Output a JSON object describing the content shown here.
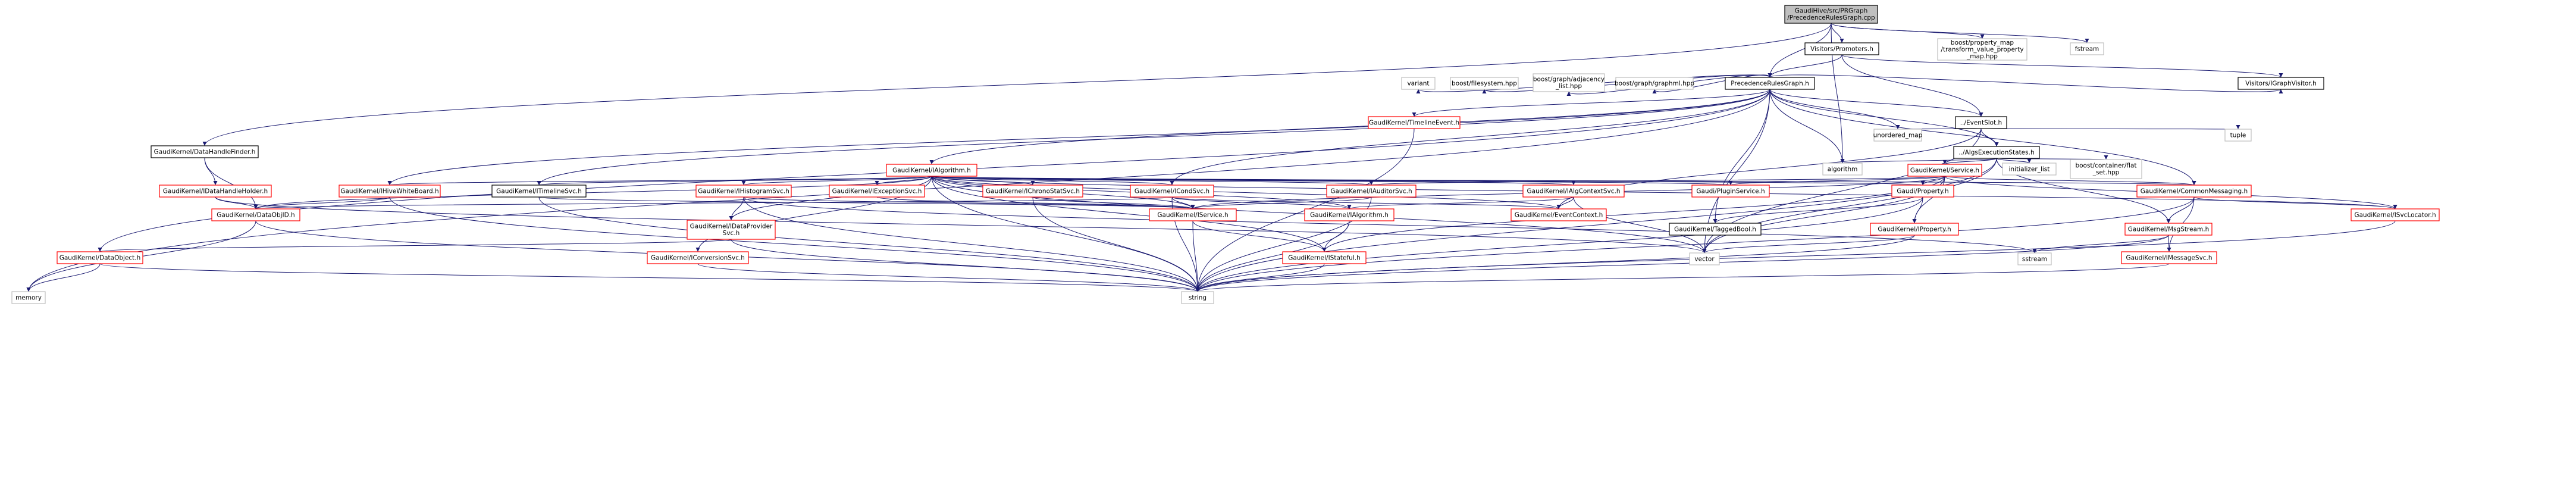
{
  "colors": {
    "edge": "#191970",
    "border_default": "#000000",
    "border_red": "#ff0000",
    "border_gray": "#bfbfbf",
    "root_fill": "#bfbfbf",
    "fill": "#ffffff"
  },
  "nodes": [
    {
      "id": "root",
      "lines": [
        "GaudiHive/src/PRGraph",
        "/PrecedenceRulesGraph.cpp"
      ],
      "style": "root"
    },
    {
      "id": "visitors_promoters",
      "lines": [
        "Visitors/Promoters.h"
      ],
      "style": "default"
    },
    {
      "id": "boost_property_map",
      "lines": [
        "boost/property_map",
        "/transform_value_property",
        "_map.hpp"
      ],
      "style": "gray"
    },
    {
      "id": "fstream",
      "lines": [
        "fstream"
      ],
      "style": "gray"
    },
    {
      "id": "prg_h",
      "lines": [
        "PrecedenceRulesGraph.h"
      ],
      "style": "default"
    },
    {
      "id": "ievent_slot",
      "lines": [
        "../EventSlot.h"
      ],
      "style": "default"
    },
    {
      "id": "visitors_igraph",
      "lines": [
        "Visitors/IGraphVisitor.h"
      ],
      "style": "default"
    },
    {
      "id": "variant",
      "lines": [
        "variant"
      ],
      "style": "gray"
    },
    {
      "id": "boost_filesystem",
      "lines": [
        "boost/filesystem.hpp"
      ],
      "style": "gray"
    },
    {
      "id": "boost_adjlist",
      "lines": [
        "boost/graph/adjacency",
        "_list.hpp"
      ],
      "style": "gray"
    },
    {
      "id": "boost_graphml",
      "lines": [
        "boost/graph/graphml.hpp"
      ],
      "style": "gray"
    },
    {
      "id": "unordered_map",
      "lines": [
        "unordered_map"
      ],
      "style": "gray"
    },
    {
      "id": "tuple",
      "lines": [
        "tuple"
      ],
      "style": "gray"
    },
    {
      "id": "timeline_event",
      "lines": [
        "GaudiKernel/TimelineEvent.h"
      ],
      "style": "red"
    },
    {
      "id": "algs_exec_states",
      "lines": [
        "../AlgsExecutionStates.h"
      ],
      "style": "default"
    },
    {
      "id": "data_handle_finder",
      "lines": [
        "GaudiKernel/DataHandleFinder.h"
      ],
      "style": "default"
    },
    {
      "id": "algorithm",
      "lines": [
        "algorithm"
      ],
      "style": "gray"
    },
    {
      "id": "initializer_list",
      "lines": [
        "initializer_list"
      ],
      "style": "gray"
    },
    {
      "id": "boost_flat_set",
      "lines": [
        "boost/container/flat",
        "_set.hpp"
      ],
      "style": "gray"
    },
    {
      "id": "gaudi_ialgorithm",
      "lines": [
        "GaudiKernel/IAlgorithm.h"
      ],
      "style": "red"
    },
    {
      "id": "gaudi_service",
      "lines": [
        "GaudiKernel/Service.h"
      ],
      "style": "red"
    },
    {
      "id": "idata_handle_holder",
      "lines": [
        "GaudiKernel/IDataHandleHolder.h"
      ],
      "style": "red"
    },
    {
      "id": "ihive_wb",
      "lines": [
        "GaudiKernel/IHiveWhiteBoard.h"
      ],
      "style": "red"
    },
    {
      "id": "itimeline_svc",
      "lines": [
        "GaudiKernel/ITimelineSvc.h"
      ],
      "style": "default"
    },
    {
      "id": "ihistogram_svc",
      "lines": [
        "GaudiKernel/IHistogramSvc.h"
      ],
      "style": "red"
    },
    {
      "id": "iexception_svc",
      "lines": [
        "GaudiKernel/IExceptionSvc.h"
      ],
      "style": "red"
    },
    {
      "id": "ichrono_stat_svc",
      "lines": [
        "GaudiKernel/IChronoStatSvc.h"
      ],
      "style": "red"
    },
    {
      "id": "icond_svc",
      "lines": [
        "GaudiKernel/ICondSvc.h"
      ],
      "style": "red"
    },
    {
      "id": "iauditor_svc",
      "lines": [
        "GaudiKernel/IAuditorSvc.h"
      ],
      "style": "red"
    },
    {
      "id": "ialg_context_svc",
      "lines": [
        "GaudiKernel/IAlgContextSvc.h"
      ],
      "style": "red"
    },
    {
      "id": "plugin_service",
      "lines": [
        "Gaudi/PluginService.h"
      ],
      "style": "red"
    },
    {
      "id": "gaudi_property",
      "lines": [
        "Gaudi/Property.h"
      ],
      "style": "red"
    },
    {
      "id": "common_messaging",
      "lines": [
        "GaudiKernel/CommonMessaging.h"
      ],
      "style": "red"
    },
    {
      "id": "isvc_locator",
      "lines": [
        "GaudiKernel/ISvcLocator.h"
      ],
      "style": "red"
    },
    {
      "id": "data_obj_id",
      "lines": [
        "GaudiKernel/DataObjID.h"
      ],
      "style": "red"
    },
    {
      "id": "idata_provider_svc",
      "lines": [
        "GaudiKernel/IDataProvider",
        "Svc.h"
      ],
      "style": "red"
    },
    {
      "id": "iservice",
      "lines": [
        "GaudiKernel/IService.h"
      ],
      "style": "red"
    },
    {
      "id": "ialgorithm_kernel",
      "lines": [
        "GaudiKernel/IAlgorithm.h"
      ],
      "style": "red"
    },
    {
      "id": "event_context",
      "lines": [
        "GaudiKernel/EventContext.h"
      ],
      "style": "red"
    },
    {
      "id": "tagged_bool",
      "lines": [
        "GaudiKernel/TaggedBool.h"
      ],
      "style": "default"
    },
    {
      "id": "iproperty",
      "lines": [
        "GaudiKernel/IProperty.h"
      ],
      "style": "red"
    },
    {
      "id": "msg_stream",
      "lines": [
        "GaudiKernel/MsgStream.h"
      ],
      "style": "red"
    },
    {
      "id": "data_object",
      "lines": [
        "GaudiKernel/DataObject.h"
      ],
      "style": "red"
    },
    {
      "id": "iconversion_svc",
      "lines": [
        "GaudiKernel/IConversionSvc.h"
      ],
      "style": "red"
    },
    {
      "id": "istateful",
      "lines": [
        "GaudiKernel/IStateful.h"
      ],
      "style": "red"
    },
    {
      "id": "vector",
      "lines": [
        "vector"
      ],
      "style": "gray"
    },
    {
      "id": "sstream",
      "lines": [
        "sstream"
      ],
      "style": "gray"
    },
    {
      "id": "imessage_svc",
      "lines": [
        "GaudiKernel/IMessageSvc.h"
      ],
      "style": "red"
    },
    {
      "id": "memory",
      "lines": [
        "memory"
      ],
      "style": "gray"
    },
    {
      "id": "string",
      "lines": [
        "string"
      ],
      "style": "gray"
    }
  ],
  "edges": [
    [
      "root",
      "visitors_promoters"
    ],
    [
      "root",
      "boost_property_map"
    ],
    [
      "root",
      "fstream"
    ],
    [
      "root",
      "prg_h"
    ],
    [
      "root",
      "data_handle_finder"
    ],
    [
      "root",
      "algorithm"
    ],
    [
      "visitors_promoters",
      "prg_h"
    ],
    [
      "visitors_promoters",
      "ievent_slot"
    ],
    [
      "visitors_promoters",
      "visitors_igraph"
    ],
    [
      "prg_h",
      "visitors_igraph"
    ],
    [
      "prg_h",
      "variant"
    ],
    [
      "prg_h",
      "boost_filesystem"
    ],
    [
      "prg_h",
      "boost_adjlist"
    ],
    [
      "prg_h",
      "boost_graphml"
    ],
    [
      "prg_h",
      "unordered_map"
    ],
    [
      "prg_h",
      "ievent_slot"
    ],
    [
      "prg_h",
      "algs_exec_states"
    ],
    [
      "prg_h",
      "timeline_event"
    ],
    [
      "prg_h",
      "gaudi_ialgorithm"
    ],
    [
      "prg_h",
      "algorithm"
    ],
    [
      "prg_h",
      "vector"
    ],
    [
      "prg_h",
      "memory"
    ],
    [
      "prg_h",
      "data_object"
    ],
    [
      "prg_h",
      "ihive_wb"
    ],
    [
      "prg_h",
      "itimeline_svc"
    ],
    [
      "prg_h",
      "icond_svc"
    ],
    [
      "prg_h",
      "common_messaging"
    ],
    [
      "prg_h",
      "tagged_bool"
    ],
    [
      "ievent_slot",
      "unordered_map"
    ],
    [
      "ievent_slot",
      "tuple"
    ],
    [
      "ievent_slot",
      "algs_exec_states"
    ],
    [
      "ievent_slot",
      "vector"
    ],
    [
      "ievent_slot",
      "event_context"
    ],
    [
      "algs_exec_states",
      "algorithm"
    ],
    [
      "algs_exec_states",
      "initializer_list"
    ],
    [
      "algs_exec_states",
      "boost_flat_set"
    ],
    [
      "algs_exec_states",
      "gaudi_service"
    ],
    [
      "algs_exec_states",
      "msg_stream"
    ],
    [
      "algs_exec_states",
      "string"
    ],
    [
      "algs_exec_states",
      "vector"
    ],
    [
      "timeline_event",
      "string"
    ],
    [
      "data_handle_finder",
      "idata_handle_holder"
    ],
    [
      "data_handle_finder",
      "data_obj_id"
    ],
    [
      "idata_handle_holder",
      "data_obj_id"
    ],
    [
      "idata_handle_holder",
      "vector"
    ],
    [
      "gaudi_ialgorithm",
      "ihive_wb"
    ],
    [
      "gaudi_ialgorithm",
      "itimeline_svc"
    ],
    [
      "gaudi_ialgorithm",
      "ihistogram_svc"
    ],
    [
      "gaudi_ialgorithm",
      "iexception_svc"
    ],
    [
      "gaudi_ialgorithm",
      "ichrono_stat_svc"
    ],
    [
      "gaudi_ialgorithm",
      "icond_svc"
    ],
    [
      "gaudi_ialgorithm",
      "iauditor_svc"
    ],
    [
      "gaudi_ialgorithm",
      "ialg_context_svc"
    ],
    [
      "gaudi_ialgorithm",
      "plugin_service"
    ],
    [
      "gaudi_ialgorithm",
      "gaudi_property"
    ],
    [
      "gaudi_ialgorithm",
      "common_messaging"
    ],
    [
      "gaudi_ialgorithm",
      "isvc_locator"
    ],
    [
      "gaudi_ialgorithm",
      "data_obj_id"
    ],
    [
      "gaudi_ialgorithm",
      "idata_provider_svc"
    ],
    [
      "gaudi_ialgorithm",
      "iservice"
    ],
    [
      "gaudi_ialgorithm",
      "ialgorithm_kernel"
    ],
    [
      "gaudi_ialgorithm",
      "event_context"
    ],
    [
      "gaudi_ialgorithm",
      "iconversion_svc"
    ],
    [
      "gaudi_ialgorithm",
      "istateful"
    ],
    [
      "gaudi_ialgorithm",
      "vector"
    ],
    [
      "gaudi_ialgorithm",
      "string"
    ],
    [
      "gaudi_service",
      "plugin_service"
    ],
    [
      "gaudi_service",
      "gaudi_property"
    ],
    [
      "gaudi_service",
      "common_messaging"
    ],
    [
      "gaudi_service",
      "isvc_locator"
    ],
    [
      "gaudi_service",
      "iservice"
    ],
    [
      "gaudi_service",
      "iproperty"
    ],
    [
      "gaudi_service",
      "vector"
    ],
    [
      "gaudi_service",
      "istateful"
    ],
    [
      "gaudi_service",
      "iauditor_svc"
    ],
    [
      "ihive_wb",
      "data_obj_id"
    ],
    [
      "ihive_wb",
      "string"
    ],
    [
      "itimeline_svc",
      "iservice"
    ],
    [
      "itimeline_svc",
      "string"
    ],
    [
      "ihistogram_svc",
      "idata_provider_svc"
    ],
    [
      "ihistogram_svc",
      "iservice"
    ],
    [
      "ihistogram_svc",
      "string"
    ],
    [
      "ihistogram_svc",
      "sstream"
    ],
    [
      "iexception_svc",
      "iservice"
    ],
    [
      "ichrono_stat_svc",
      "iservice"
    ],
    [
      "ichrono_stat_svc",
      "string"
    ],
    [
      "icond_svc",
      "iservice"
    ],
    [
      "icond_svc",
      "ialgorithm_kernel"
    ],
    [
      "icond_svc",
      "data_obj_id"
    ],
    [
      "icond_svc",
      "event_context"
    ],
    [
      "icond_svc",
      "string"
    ],
    [
      "iauditor_svc",
      "iservice"
    ],
    [
      "iauditor_svc",
      "string"
    ],
    [
      "ialg_context_svc",
      "ialgorithm_kernel"
    ],
    [
      "ialg_context_svc",
      "event_context"
    ],
    [
      "ialg_context_svc",
      "vector"
    ],
    [
      "gaudi_property",
      "tagged_bool"
    ],
    [
      "gaudi_property",
      "iproperty"
    ],
    [
      "gaudi_property",
      "string"
    ],
    [
      "common_messaging",
      "msg_stream"
    ],
    [
      "common_messaging",
      "imessage_svc"
    ],
    [
      "common_messaging",
      "isvc_locator"
    ],
    [
      "common_messaging",
      "string"
    ],
    [
      "isvc_locator",
      "string"
    ],
    [
      "data_obj_id",
      "string"
    ],
    [
      "data_obj_id",
      "memory"
    ],
    [
      "idata_provider_svc",
      "data_object"
    ],
    [
      "idata_provider_svc",
      "string"
    ],
    [
      "iservice",
      "istateful"
    ],
    [
      "iservice",
      "string"
    ],
    [
      "ialgorithm_kernel",
      "istateful"
    ],
    [
      "ialgorithm_kernel",
      "string"
    ],
    [
      "iproperty",
      "vector"
    ],
    [
      "iproperty",
      "string"
    ],
    [
      "msg_stream",
      "sstream"
    ],
    [
      "msg_stream",
      "imessage_svc"
    ],
    [
      "msg_stream",
      "string"
    ],
    [
      "data_object",
      "memory"
    ],
    [
      "data_object",
      "string"
    ],
    [
      "iconversion_svc",
      "string"
    ],
    [
      "istateful",
      "string"
    ],
    [
      "imessage_svc",
      "string"
    ]
  ]
}
